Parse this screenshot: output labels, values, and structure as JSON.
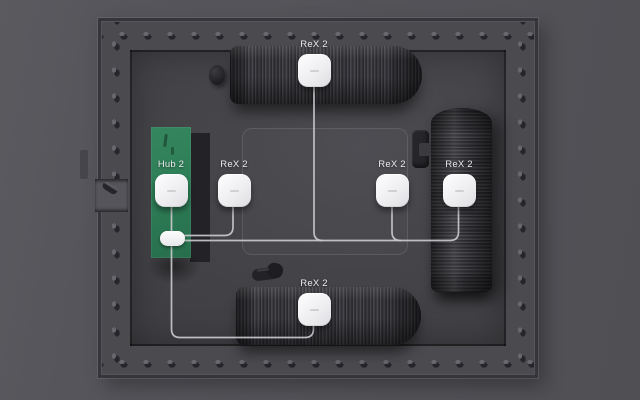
{
  "devices": [
    {
      "id": "rex-top",
      "label": "ReX 2"
    },
    {
      "id": "hub",
      "label": "Hub 2"
    },
    {
      "id": "rex-inner-left",
      "label": "ReX 2"
    },
    {
      "id": "rex-inner-right",
      "label": "ReX 2"
    },
    {
      "id": "rex-column",
      "label": "ReX 2"
    },
    {
      "id": "rex-bottom",
      "label": "ReX 2"
    }
  ],
  "colors": {
    "accent_green": "#2E7E57",
    "device_white": "#F2F2F4",
    "wire": "#C9C9CD",
    "label_text": "#ECECEE",
    "wall": "#4A4A4F",
    "floor": "#414145",
    "outside": "#55555B"
  }
}
